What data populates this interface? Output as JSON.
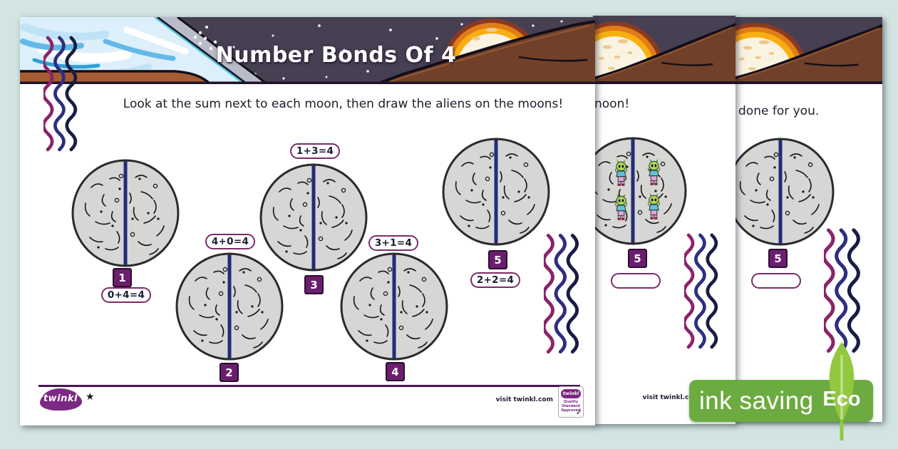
{
  "title_page": {
    "header_title": "Number Bonds Of 4",
    "instruction": "Look at the sum next to each moon, then draw the aliens on the moons!",
    "moons": [
      {
        "number": "1",
        "sum": "0+4=4"
      },
      {
        "number": "2",
        "sum": "4+0=4"
      },
      {
        "number": "3",
        "sum": "1+3=4"
      },
      {
        "number": "4",
        "sum": "3+1=4"
      },
      {
        "number": "5",
        "sum": "2+2=4"
      }
    ],
    "footer": {
      "brand": "twinkl",
      "visit": "visit twinkl.com",
      "quality_badge": "Quality Standard Approved"
    }
  },
  "page2": {
    "instruction_fragment": "noon!",
    "moon": {
      "number": "5",
      "alien_count": 4
    },
    "footer_visit": "visit twinkl.com"
  },
  "page3": {
    "instruction_fragment": "done for you.",
    "moon": {
      "number": "5"
    }
  },
  "eco_badge": {
    "label": "ink saving",
    "tag": "Eco"
  },
  "colors": {
    "background": "#d2e5e2",
    "space_sky": "#474053",
    "moon_gray": "#d6d6d4",
    "moon_divider_navy": "#232c75",
    "badge_purple": "#6b1e6e",
    "pill_border_purple": "#7b2d6b",
    "wave_purple": "#8b2468",
    "wave_navy": "#2e2e80",
    "wave_dark": "#191c44",
    "hill_brown": "#70402a",
    "ground_brown": "#a55c33",
    "eco_green": "#6cab40",
    "leaf_green": "#92c83e",
    "brand_purple": "#7b2982",
    "header_moon_cream": "#fbf3e2",
    "header_moon_orange": "#f9ae12"
  }
}
